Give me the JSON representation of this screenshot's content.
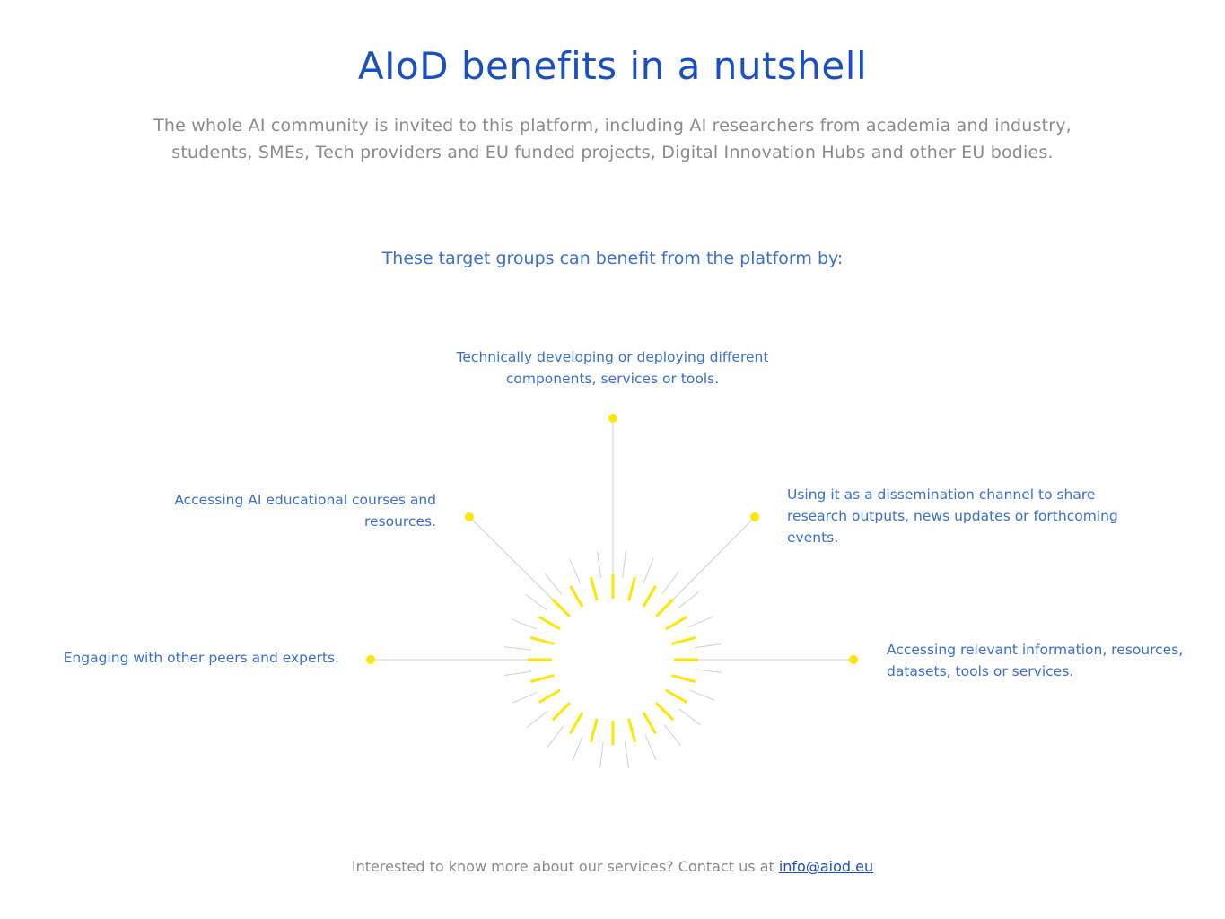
{
  "colors": {
    "title": "#1a4fbf",
    "body_text": "#8a8a8a",
    "accent_text": "#3a6fd0",
    "link": "#1a4fbf",
    "ray_yellow": "#ffe600",
    "ray_gray": "#cfcfcf",
    "line_gray": "#d0d0d0",
    "dot_yellow": "#ffe600"
  },
  "header": {
    "title": "AIoD benefits in a nutshell",
    "intro": "The whole AI community is invited to this platform, including AI researchers from academia and industry, students, SMEs, Tech providers and EU funded projects, Digital Innovation Hubs and other EU bodies."
  },
  "subtitle": "These target groups can benefit from the platform by:",
  "benefits": {
    "top": "Technically developing or deploying different components, services or tools.",
    "upper_left": "Accessing AI educational courses and resources.",
    "upper_right": "Using it as a dissemination channel to share research outputs, news updates or forthcoming events.",
    "left": "Engaging with other peers and experts.",
    "right": "Accessing relevant information, resources, datasets, tools or services."
  },
  "footer": {
    "text": "Interested to know more about our services? Contact us at ",
    "email_link": "info@aiod.eu"
  }
}
